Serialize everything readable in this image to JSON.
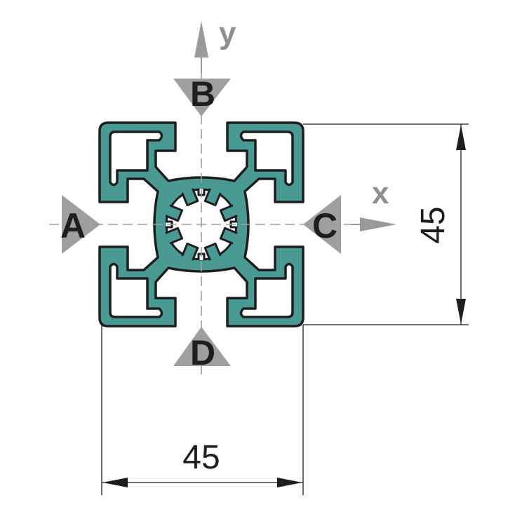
{
  "diagram": {
    "title": "45x45 aluminium profile cross-section",
    "axes": {
      "x_label": "x",
      "y_label": "y"
    },
    "slots": {
      "left": "A",
      "top": "B",
      "right": "C",
      "bottom": "D"
    },
    "dimensions": {
      "width": "45",
      "height": "45"
    },
    "colors": {
      "profile_fill": "#4a9a94",
      "outline": "#1e1e1e",
      "marker": "#9a9a9a",
      "axis": "#a0a0a0"
    }
  }
}
